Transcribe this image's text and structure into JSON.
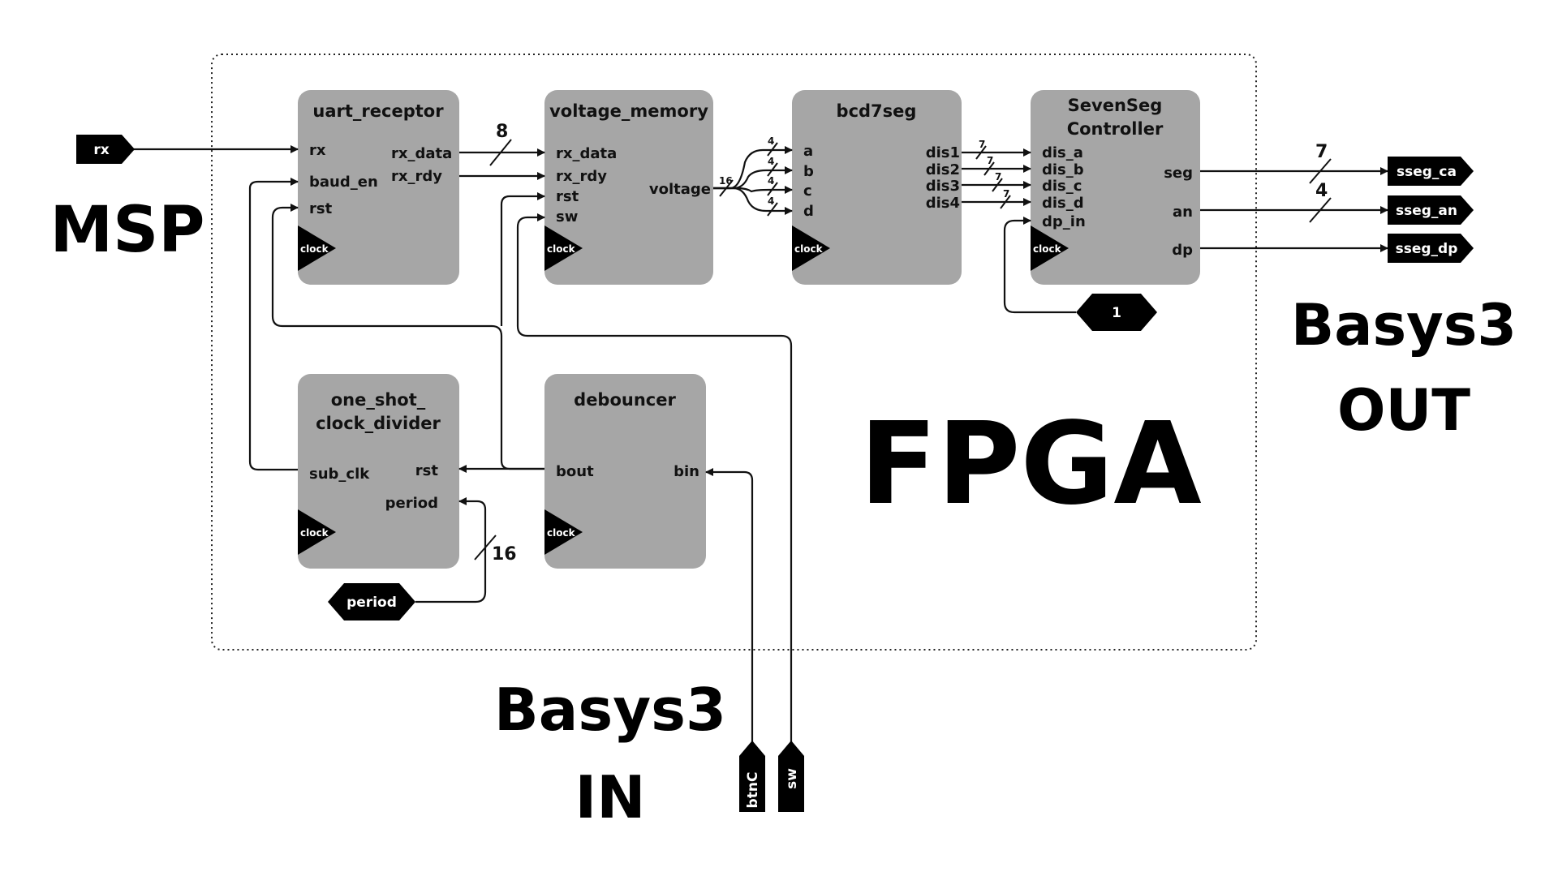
{
  "labels": {
    "msp": "MSP",
    "fpga": "FPGA",
    "out_line1": "Basys3",
    "out_line2": "OUT",
    "in_line1": "Basys3",
    "in_line2": "IN"
  },
  "blocks": {
    "uart": {
      "title": "uart_receptor",
      "ports": {
        "rx": "rx",
        "baud_en": "baud_en",
        "rst": "rst",
        "rx_data": "rx_data",
        "rx_rdy": "rx_rdy"
      },
      "clock": "clock"
    },
    "vmem": {
      "title": "voltage_memory",
      "ports": {
        "rx_data": "rx_data",
        "rx_rdy": "rx_rdy",
        "rst": "rst",
        "sw": "sw",
        "voltage": "voltage"
      },
      "clock": "clock"
    },
    "bcd": {
      "title": "bcd7seg",
      "ports": {
        "a": "a",
        "b": "b",
        "c": "c",
        "d": "d",
        "dis1": "dis1",
        "dis2": "dis2",
        "dis3": "dis3",
        "dis4": "dis4"
      },
      "clock": "clock"
    },
    "sevenseg": {
      "title_line1": "SevenSeg",
      "title_line2": "Controller",
      "ports": {
        "dis_a": "dis_a",
        "dis_b": "dis_b",
        "dis_c": "dis_c",
        "dis_d": "dis_d",
        "dp_in": "dp_in",
        "seg": "seg",
        "an": "an",
        "dp": "dp"
      },
      "clock": "clock"
    },
    "divider": {
      "title_line1": "one_shot_",
      "title_line2": "clock_divider",
      "ports": {
        "sub_clk": "sub_clk",
        "rst": "rst",
        "period": "period"
      },
      "clock": "clock"
    },
    "debouncer": {
      "title": "debouncer",
      "ports": {
        "bout": "bout",
        "bin": "bin"
      },
      "clock": "clock"
    }
  },
  "pins": {
    "rx": "rx",
    "sseg_ca": "sseg_ca",
    "sseg_an": "sseg_an",
    "sseg_dp": "sseg_dp",
    "const_one": "1",
    "period": "period",
    "btnC": "btnC",
    "sw": "sw"
  },
  "bus_widths": {
    "rx_data": "8",
    "voltage": "16",
    "bcd_a": "4",
    "bcd_b": "4",
    "bcd_c": "4",
    "bcd_d": "4",
    "dis1": "7",
    "dis2": "7",
    "dis3": "7",
    "dis4": "7",
    "seg": "7",
    "an": "4",
    "period": "16"
  },
  "colors": {
    "block_fill": "#a6a6a6",
    "pin_fill": "#000000",
    "wire": "#111111"
  }
}
